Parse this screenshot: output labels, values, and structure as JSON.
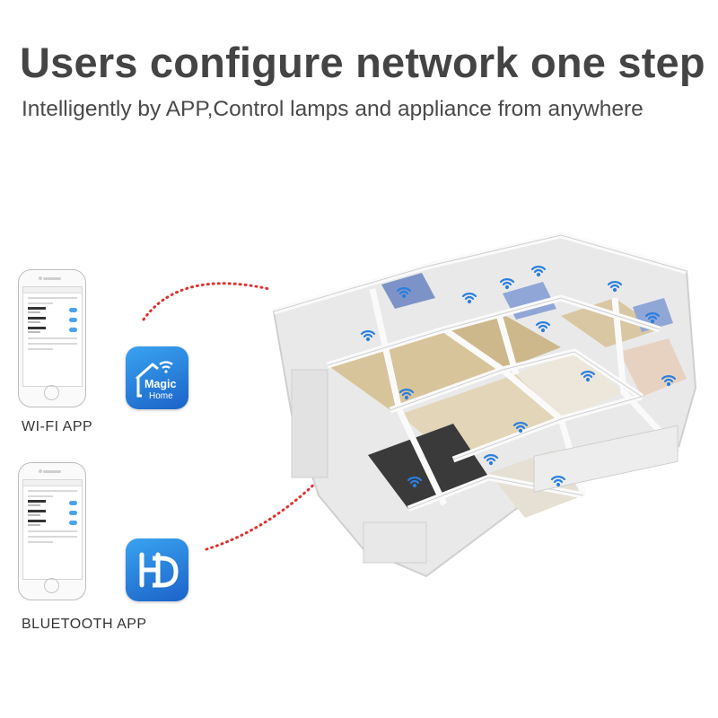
{
  "header": {
    "title": "Users configure network one step",
    "subtitle": "Intelligently by APP,Control lamps and appliance from anywhere"
  },
  "apps": [
    {
      "label": "WI-FI APP",
      "icon": "magic-home-icon",
      "icon_text_1": "Magic",
      "icon_text_2": "Home"
    },
    {
      "label": "BLUETOOTH APP",
      "icon": "hd-icon",
      "icon_text": "HD"
    }
  ],
  "colors": {
    "accent": "#2a7fde",
    "dots": "#e03030",
    "wall": "#f2f2f2",
    "floor": "#d9c7a3"
  }
}
